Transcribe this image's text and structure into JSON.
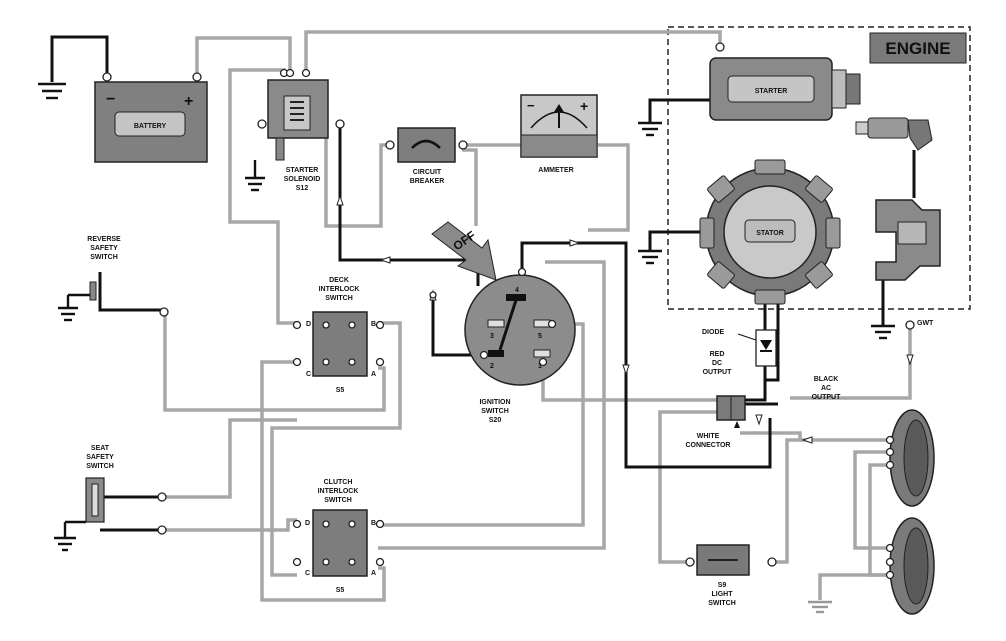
{
  "labels": {
    "engine": "ENGINE",
    "battery": "BATTERY",
    "battery_minus": "−",
    "battery_plus": "+",
    "starter_solenoid": [
      "STARTER",
      "SOLENOID",
      "S12"
    ],
    "circuit_breaker": [
      "CIRCUIT",
      "BREAKER"
    ],
    "ammeter": "AMMETER",
    "ammeter_minus": "−",
    "ammeter_plus": "+",
    "starter": "STARTER",
    "stator": "STATOR",
    "reverse_safety_switch": [
      "REVERSE",
      "SAFETY",
      "SWITCH"
    ],
    "deck_interlock_switch": [
      "DECK",
      "INTERLOCK",
      "SWITCH"
    ],
    "deck_switch_id": "S5",
    "off": "OFF",
    "ignition_switch": [
      "IGNITION",
      "SWITCH",
      "S20"
    ],
    "diode": "DIODE",
    "red_dc_output": [
      "RED",
      "DC",
      "OUTPUT"
    ],
    "black_ac_output": [
      "BLACK",
      "AC",
      "OUTPUT"
    ],
    "gwt": "GWT",
    "white_connector": [
      "WHITE",
      "CONNECTOR"
    ],
    "seat_safety_switch": [
      "SEAT",
      "SAFETY",
      "SWITCH"
    ],
    "clutch_interlock_switch": [
      "CLUTCH",
      "INTERLOCK",
      "SWITCH"
    ],
    "clutch_switch_id": "S5",
    "light_switch": [
      "S9",
      "LIGHT",
      "SWITCH"
    ],
    "pins_switch": {
      "d": "D",
      "b": "B",
      "c": "C",
      "a": "A"
    },
    "pins_ignition": {
      "p1": "1",
      "p2": "2",
      "p3": "3",
      "p4": "4",
      "p5": "5"
    }
  }
}
